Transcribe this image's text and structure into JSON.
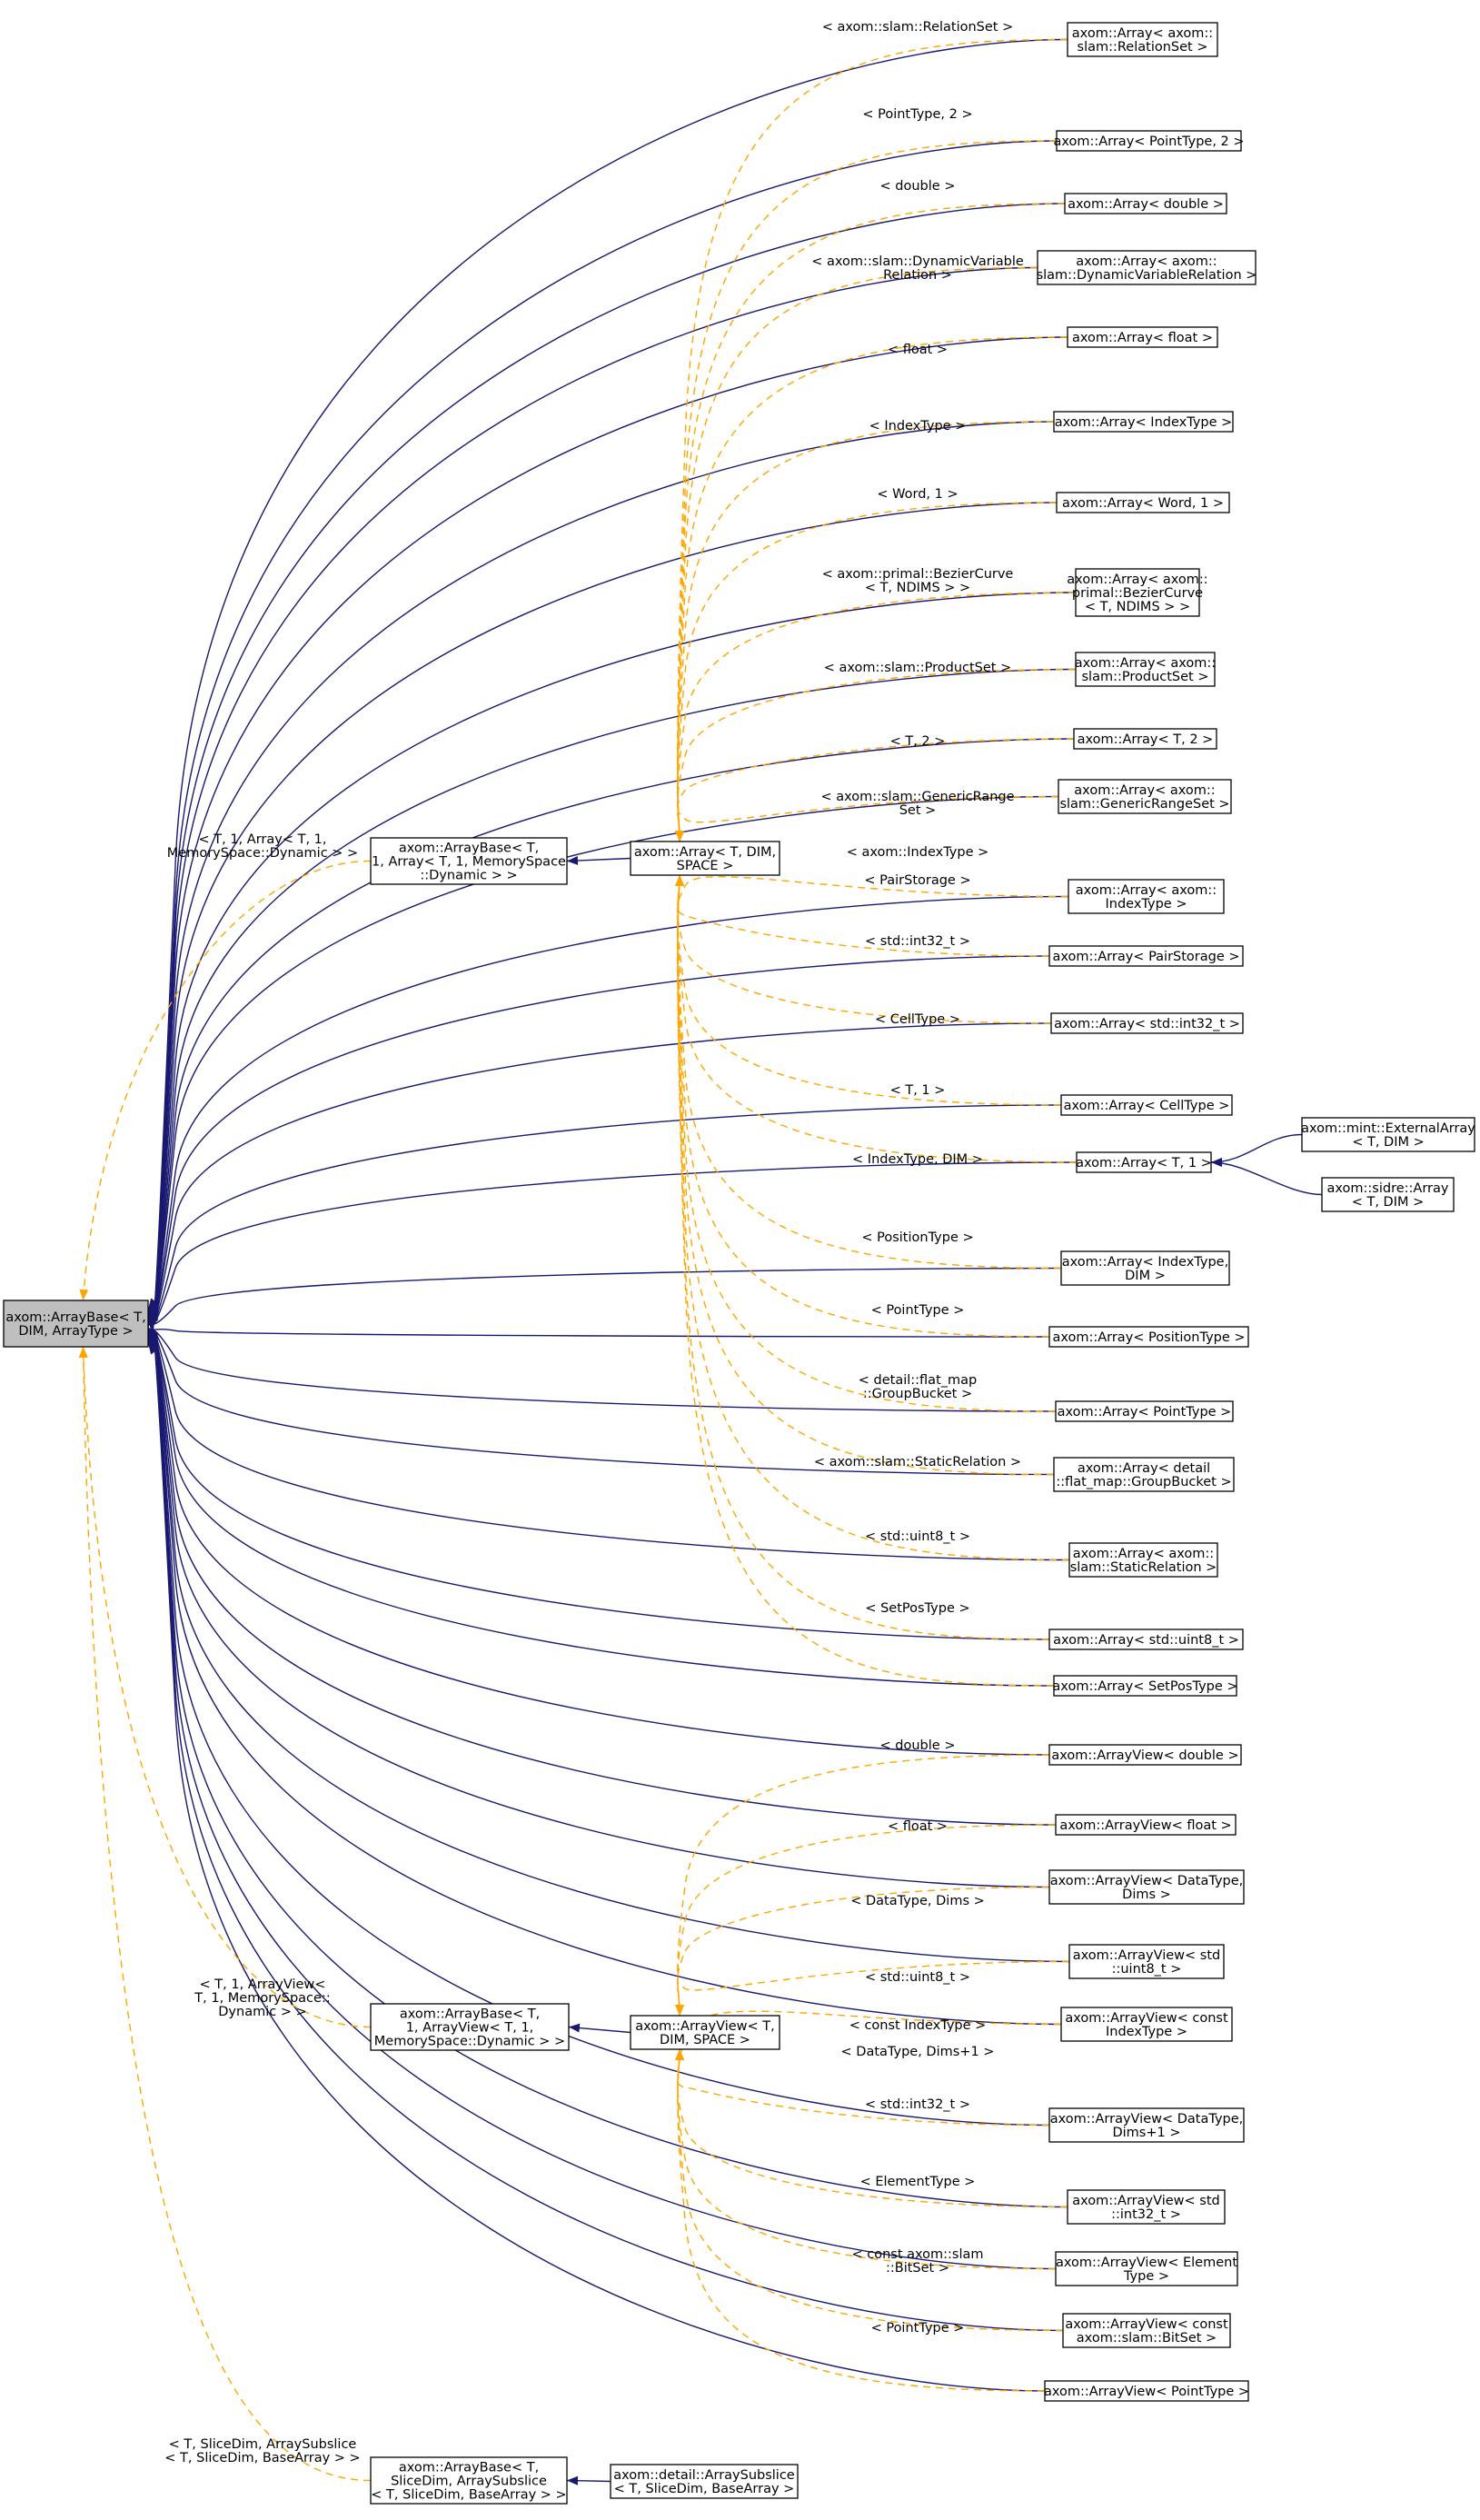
{
  "diagram": {
    "colors": {
      "inherit_edge": "#191970",
      "template_edge": "#ffa500",
      "root_fill": "#bfbfbf",
      "node_fill": "#ffffff"
    },
    "nodes": [
      {
        "id": "root",
        "lines": [
          "axom::ArrayBase< T,",
          "DIM, ArrayType >"
        ]
      },
      {
        "id": "ab_arr",
        "lines": [
          "axom::ArrayBase< T,",
          "1, Array< T, 1, MemorySpace",
          "::Dynamic > >"
        ]
      },
      {
        "id": "ab_view",
        "lines": [
          "axom::ArrayBase< T,",
          "1, ArrayView< T, 1,",
          "MemorySpace::Dynamic > >"
        ]
      },
      {
        "id": "ab_slice",
        "lines": [
          "axom::ArrayBase< T,",
          "SliceDim, ArraySubslice",
          "< T, SliceDim, BaseArray > >"
        ]
      },
      {
        "id": "arr",
        "lines": [
          "axom::Array< T, DIM,",
          "SPACE >"
        ]
      },
      {
        "id": "view",
        "lines": [
          "axom::ArrayView< T,",
          "DIM, SPACE >"
        ]
      },
      {
        "id": "slice",
        "lines": [
          "axom::detail::ArraySubslice",
          "< T, SliceDim, BaseArray >"
        ]
      },
      {
        "id": "a_rel",
        "lines": [
          "axom::Array< axom::",
          "slam::RelationSet >"
        ]
      },
      {
        "id": "a_pt2",
        "lines": [
          "axom::Array< PointType, 2 >"
        ]
      },
      {
        "id": "a_dbl",
        "lines": [
          "axom::Array< double >"
        ]
      },
      {
        "id": "a_dvr",
        "lines": [
          "axom::Array< axom::",
          "slam::DynamicVariableRelation >"
        ]
      },
      {
        "id": "a_flt",
        "lines": [
          "axom::Array< float >"
        ]
      },
      {
        "id": "a_idx",
        "lines": [
          "axom::Array< IndexType >"
        ]
      },
      {
        "id": "a_word",
        "lines": [
          "axom::Array< Word, 1 >"
        ]
      },
      {
        "id": "a_bez",
        "lines": [
          "axom::Array< axom::",
          "primal::BezierCurve",
          "< T, NDIMS > >"
        ]
      },
      {
        "id": "a_prod",
        "lines": [
          "axom::Array< axom::",
          "slam::ProductSet >"
        ]
      },
      {
        "id": "a_t2",
        "lines": [
          "axom::Array< T, 2 >"
        ]
      },
      {
        "id": "a_grs",
        "lines": [
          "axom::Array< axom::",
          "slam::GenericRangeSet >"
        ]
      },
      {
        "id": "a_aidx",
        "lines": [
          "axom::Array< axom::",
          "IndexType >"
        ]
      },
      {
        "id": "a_pair",
        "lines": [
          "axom::Array< PairStorage >"
        ]
      },
      {
        "id": "a_i32",
        "lines": [
          "axom::Array< std::int32_t >"
        ]
      },
      {
        "id": "a_cell",
        "lines": [
          "axom::Array< CellType >"
        ]
      },
      {
        "id": "a_t1",
        "lines": [
          "axom::Array< T, 1 >"
        ]
      },
      {
        "id": "mint_ext",
        "lines": [
          "axom::mint::ExternalArray",
          "< T, DIM >"
        ]
      },
      {
        "id": "sidre_arr",
        "lines": [
          "axom::sidre::Array",
          "< T, DIM >"
        ]
      },
      {
        "id": "a_idxdim",
        "lines": [
          "axom::Array< IndexType,",
          "DIM >"
        ]
      },
      {
        "id": "a_pos",
        "lines": [
          "axom::Array< PositionType >"
        ]
      },
      {
        "id": "a_ptt",
        "lines": [
          "axom::Array< PointType >"
        ]
      },
      {
        "id": "a_gb",
        "lines": [
          "axom::Array< detail",
          "::flat_map::GroupBucket >"
        ]
      },
      {
        "id": "a_srel",
        "lines": [
          "axom::Array< axom::",
          "slam::StaticRelation >"
        ]
      },
      {
        "id": "a_u8",
        "lines": [
          "axom::Array< std::uint8_t >"
        ]
      },
      {
        "id": "a_setpos",
        "lines": [
          "axom::Array< SetPosType >"
        ]
      },
      {
        "id": "v_dbl",
        "lines": [
          "axom::ArrayView< double >"
        ]
      },
      {
        "id": "v_flt",
        "lines": [
          "axom::ArrayView< float >"
        ]
      },
      {
        "id": "v_dtd",
        "lines": [
          "axom::ArrayView< DataType,",
          "Dims >"
        ]
      },
      {
        "id": "v_u8",
        "lines": [
          "axom::ArrayView< std",
          "::uint8_t >"
        ]
      },
      {
        "id": "v_cidx",
        "lines": [
          "axom::ArrayView< const",
          "IndexType >"
        ]
      },
      {
        "id": "v_dtd1",
        "lines": [
          "axom::ArrayView< DataType,",
          "Dims+1 >"
        ]
      },
      {
        "id": "v_i32",
        "lines": [
          "axom::ArrayView< std",
          "::int32_t >"
        ]
      },
      {
        "id": "v_el",
        "lines": [
          "axom::ArrayView< Element",
          "Type >"
        ]
      },
      {
        "id": "v_bs",
        "lines": [
          "axom::ArrayView< const",
          "axom::slam::BitSet >"
        ]
      },
      {
        "id": "v_pt",
        "lines": [
          "axom::ArrayView< PointType >"
        ]
      }
    ],
    "template_labels": [
      {
        "id": "l_ab_arr",
        "lines": [
          "< T, 1, Array< T, 1,",
          "MemorySpace::Dynamic > >"
        ]
      },
      {
        "id": "l_ab_view",
        "lines": [
          "< T, 1, ArrayView<",
          "T, 1, MemorySpace::",
          "Dynamic > >"
        ]
      },
      {
        "id": "l_ab_slice",
        "lines": [
          "< T, SliceDim, ArraySubslice",
          "< T, SliceDim, BaseArray > >"
        ]
      },
      {
        "id": "l_rel",
        "lines": [
          "< axom::slam::RelationSet >"
        ]
      },
      {
        "id": "l_pt2",
        "lines": [
          "< PointType, 2 >"
        ]
      },
      {
        "id": "l_dbl",
        "lines": [
          "< double >"
        ]
      },
      {
        "id": "l_dvr",
        "lines": [
          "< axom::slam::DynamicVariable",
          "Relation >"
        ]
      },
      {
        "id": "l_flt",
        "lines": [
          "< float >"
        ]
      },
      {
        "id": "l_idx",
        "lines": [
          "< IndexType >"
        ]
      },
      {
        "id": "l_word",
        "lines": [
          "< Word, 1 >"
        ]
      },
      {
        "id": "l_bez",
        "lines": [
          "< axom::primal::BezierCurve",
          "< T, NDIMS > >"
        ]
      },
      {
        "id": "l_prod",
        "lines": [
          "< axom::slam::ProductSet >"
        ]
      },
      {
        "id": "l_t2",
        "lines": [
          "< T, 2 >"
        ]
      },
      {
        "id": "l_grs",
        "lines": [
          "< axom::slam::GenericRange",
          "Set >"
        ]
      },
      {
        "id": "l_aidx",
        "lines": [
          "< axom::IndexType >"
        ]
      },
      {
        "id": "l_pair",
        "lines": [
          "< PairStorage >"
        ]
      },
      {
        "id": "l_i32",
        "lines": [
          "< std::int32_t >"
        ]
      },
      {
        "id": "l_cell",
        "lines": [
          "< CellType >"
        ]
      },
      {
        "id": "l_t1",
        "lines": [
          "< T, 1 >"
        ]
      },
      {
        "id": "l_idxdim",
        "lines": [
          "< IndexType, DIM >"
        ]
      },
      {
        "id": "l_pos",
        "lines": [
          "< PositionType >"
        ]
      },
      {
        "id": "l_ptt",
        "lines": [
          "< PointType >"
        ]
      },
      {
        "id": "l_gb",
        "lines": [
          "< detail::flat_map",
          "::GroupBucket >"
        ]
      },
      {
        "id": "l_srel",
        "lines": [
          "< axom::slam::StaticRelation >"
        ]
      },
      {
        "id": "l_u8",
        "lines": [
          "< std::uint8_t >"
        ]
      },
      {
        "id": "l_setpos",
        "lines": [
          "< SetPosType >"
        ]
      },
      {
        "id": "l_vdbl",
        "lines": [
          "< double >"
        ]
      },
      {
        "id": "l_vflt",
        "lines": [
          "< float >"
        ]
      },
      {
        "id": "l_vdtd",
        "lines": [
          "< DataType, Dims >"
        ]
      },
      {
        "id": "l_vu8",
        "lines": [
          "< std::uint8_t >"
        ]
      },
      {
        "id": "l_vcidx",
        "lines": [
          "< const IndexType >"
        ]
      },
      {
        "id": "l_vdtd1",
        "lines": [
          "< DataType, Dims+1 >"
        ]
      },
      {
        "id": "l_vi32",
        "lines": [
          "< std::int32_t >"
        ]
      },
      {
        "id": "l_vel",
        "lines": [
          "< ElementType >"
        ]
      },
      {
        "id": "l_vbs",
        "lines": [
          "< const axom::slam",
          "::BitSet >"
        ]
      },
      {
        "id": "l_vpt",
        "lines": [
          "< PointType >"
        ]
      }
    ]
  }
}
